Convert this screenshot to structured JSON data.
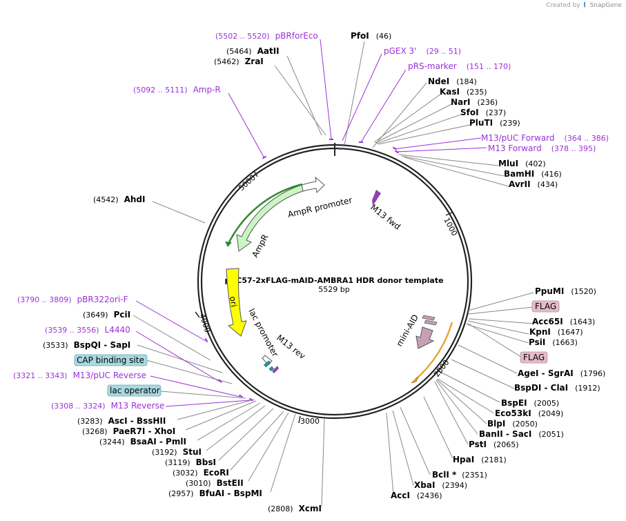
{
  "credit": {
    "created_by": "Created by",
    "brand": "SnapGene"
  },
  "plasmid": {
    "name": "pUC57-2xFLAG-mAID-AMBRA1 HDR donor template",
    "size": "5529 bp"
  },
  "ticks": [
    "1000",
    "2000",
    "3000",
    "4000",
    "5000"
  ],
  "features": [
    {
      "id": "AmpR_promoter",
      "label": "AmpR promoter",
      "color": "#ffffff"
    },
    {
      "id": "AmpR",
      "label": "AmpR",
      "color": "#ccf5c4"
    },
    {
      "id": "ori",
      "label": "ori",
      "color": "#ffff00"
    },
    {
      "id": "lac_promoter",
      "label": "lac promoter",
      "color": "#ffffff"
    },
    {
      "id": "M13_rev",
      "label": "M13 rev",
      "color": "#8e44ad"
    },
    {
      "id": "M13_fwd",
      "label": "M13 fwd",
      "color": "#8e44ad"
    },
    {
      "id": "mini_AID",
      "label": "mini-AID",
      "color": "#c8a0b4"
    }
  ],
  "enzymes": [
    {
      "name": "PfoI",
      "pos": "(46)"
    },
    {
      "name": "AatII",
      "pos": "(5464)"
    },
    {
      "name": "ZraI",
      "pos": "(5462)"
    },
    {
      "name": "NdeI",
      "pos": "(184)"
    },
    {
      "name": "KasI",
      "pos": "(235)"
    },
    {
      "name": "NarI",
      "pos": "(236)"
    },
    {
      "name": "SfoI",
      "pos": "(237)"
    },
    {
      "name": "PluTI",
      "pos": "(239)"
    },
    {
      "name": "MluI",
      "pos": "(402)"
    },
    {
      "name": "BamHI",
      "pos": "(416)"
    },
    {
      "name": "AvrII",
      "pos": "(434)"
    },
    {
      "name": "AhdI",
      "pos": "(4542)"
    },
    {
      "name": "PpuMI",
      "pos": "(1520)"
    },
    {
      "name": "Acc65I",
      "pos": "(1643)"
    },
    {
      "name": "KpnI",
      "pos": "(1647)"
    },
    {
      "name": "PsiI",
      "pos": "(1663)"
    },
    {
      "name": "AgeI - SgrAI",
      "pos": "(1796)"
    },
    {
      "name": "BspDI - ClaI",
      "pos": "(1912)"
    },
    {
      "name": "BspEI",
      "pos": "(2005)"
    },
    {
      "name": "Eco53kI",
      "pos": "(2049)"
    },
    {
      "name": "BlpI",
      "pos": "(2050)"
    },
    {
      "name": "BanII - SacI",
      "pos": "(2051)"
    },
    {
      "name": "PstI",
      "pos": "(2065)"
    },
    {
      "name": "HpaI",
      "pos": "(2181)"
    },
    {
      "name": "BclI *",
      "pos": "(2351)"
    },
    {
      "name": "XbaI",
      "pos": "(2394)"
    },
    {
      "name": "AccI",
      "pos": "(2436)"
    },
    {
      "name": "XcmI",
      "pos": "(2808)"
    },
    {
      "name": "BfuAI - BspMI",
      "pos": "(2957)"
    },
    {
      "name": "BstEII",
      "pos": "(3010)"
    },
    {
      "name": "EcoRI",
      "pos": "(3032)"
    },
    {
      "name": "BbsI",
      "pos": "(3119)"
    },
    {
      "name": "StuI",
      "pos": "(3192)"
    },
    {
      "name": "BsaAI - PmlI",
      "pos": "(3244)"
    },
    {
      "name": "PaeR7I - XhoI",
      "pos": "(3268)"
    },
    {
      "name": "AscI - BssHII",
      "pos": "(3283)"
    },
    {
      "name": "BspQI - SapI",
      "pos": "(3533)"
    },
    {
      "name": "PciI",
      "pos": "(3649)"
    }
  ],
  "primers": [
    {
      "name": "pBRforEco",
      "range": "(5502 .. 5520)"
    },
    {
      "name": "pGEX 3'",
      "range": "(29 .. 51)"
    },
    {
      "name": "pRS-marker",
      "range": "(151 .. 170)"
    },
    {
      "name": "Amp-R",
      "range": "(5092 .. 5111)"
    },
    {
      "name": "M13/pUC Forward",
      "range": "(364 .. 386)"
    },
    {
      "name": "M13 Forward",
      "range": "(378 .. 395)"
    },
    {
      "name": "pBR322ori-F",
      "range": "(3790 .. 3809)"
    },
    {
      "name": "L4440",
      "range": "(3539 .. 3556)"
    },
    {
      "name": "M13/pUC Reverse",
      "range": "(3321 .. 3343)"
    },
    {
      "name": "M13 Reverse",
      "range": "(3308 .. 3324)"
    }
  ],
  "boxed": [
    {
      "label": "FLAG"
    },
    {
      "label": "FLAG"
    },
    {
      "label": "CAP binding site"
    },
    {
      "label": "lac operator"
    }
  ],
  "colors": {
    "primer": "#9b30d9",
    "enzyme": "#000000",
    "boxTeal": "#a8d8e0",
    "boxPink": "#e5bcc9",
    "ring": "#222222"
  }
}
